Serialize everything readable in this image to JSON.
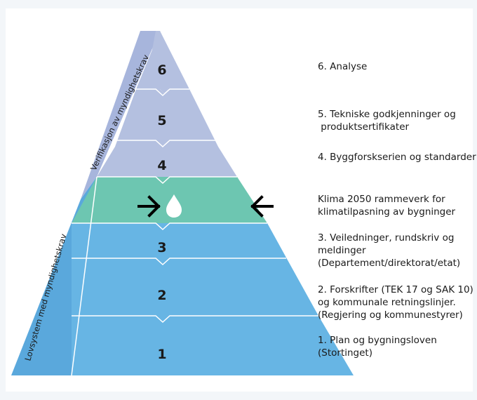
{
  "diagram": {
    "side_labels": {
      "upper": "Verifikasjon av myndighetskrav",
      "lower": "Lovsystem med myndighetskrav"
    },
    "levels": [
      {
        "number": "6",
        "text": "6. Analyse"
      },
      {
        "number": "5",
        "text": "5. Tekniske godkjenninger og\n produktsertifikater"
      },
      {
        "number": "4",
        "text": "4. Byggforskserien og standarder"
      },
      {
        "number": "",
        "text": "Klima 2050 rammeverk for\nklimatilpasning av bygninger",
        "icon": "water-drop-icon"
      },
      {
        "number": "3",
        "text": "3. Veiledninger, rundskriv og\nmeldinger\n(Departement/direktorat/etat)"
      },
      {
        "number": "2",
        "text": "2. Forskrifter (TEK 17 og SAK 10)\nog kommunale retningslinjer.\n(Regjering og kommunestyrer)"
      },
      {
        "number": "1",
        "text": "1. Plan og bygningsloven\n(Stortinget)"
      }
    ],
    "colors": {
      "verification_tier": "#b4c0e0",
      "verification_side": "#a7b5dc",
      "law_tier": "#67b5e4",
      "law_side": "#5aa8dc",
      "climate_tier": "#6dc6b1",
      "separator": "#ffffff",
      "arrow": "#000000"
    }
  }
}
